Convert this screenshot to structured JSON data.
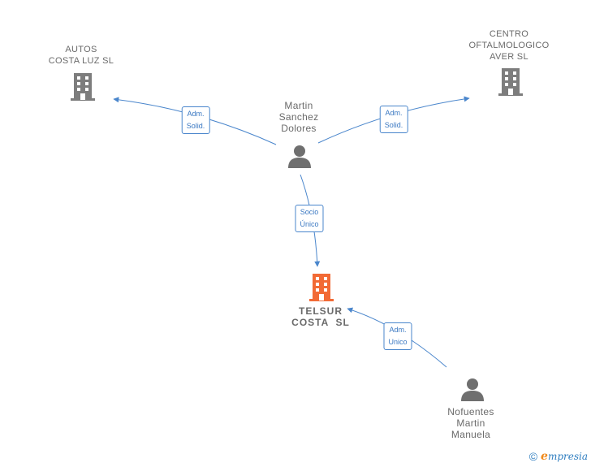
{
  "colors": {
    "company": "#7d7d7d",
    "focus_company": "#f26a35",
    "person": "#6f6f6f",
    "edge": "#4a86cc"
  },
  "nodes": {
    "autos": {
      "line1": "AUTOS",
      "line2": "COSTA LUZ SL",
      "icon": "building-icon"
    },
    "centro": {
      "line1": "CENTRO",
      "line2": "OFTALMOLOGICO",
      "line3": "AVER SL",
      "icon": "building-icon"
    },
    "martin": {
      "line1": "Martin",
      "line2": "Sanchez",
      "line3": "Dolores",
      "icon": "person-icon"
    },
    "telsur": {
      "line1": "TELSUR",
      "line2": "COSTA  SL",
      "icon": "building-icon"
    },
    "nofuentes": {
      "line1": "Nofuentes",
      "line2": "Martin",
      "line3": "Manuela",
      "icon": "person-icon"
    }
  },
  "edges": {
    "martin_autos": {
      "line1": "Adm.",
      "line2": "Solid."
    },
    "martin_centro": {
      "line1": "Adm.",
      "line2": "Solid."
    },
    "martin_telsur": {
      "line1": "Socio",
      "line2": "Único"
    },
    "nofuentes_telsur": {
      "line1": "Adm.",
      "line2": "Unico"
    }
  },
  "brand": {
    "copyright": "©",
    "initial": "e",
    "name": "mpresia"
  }
}
